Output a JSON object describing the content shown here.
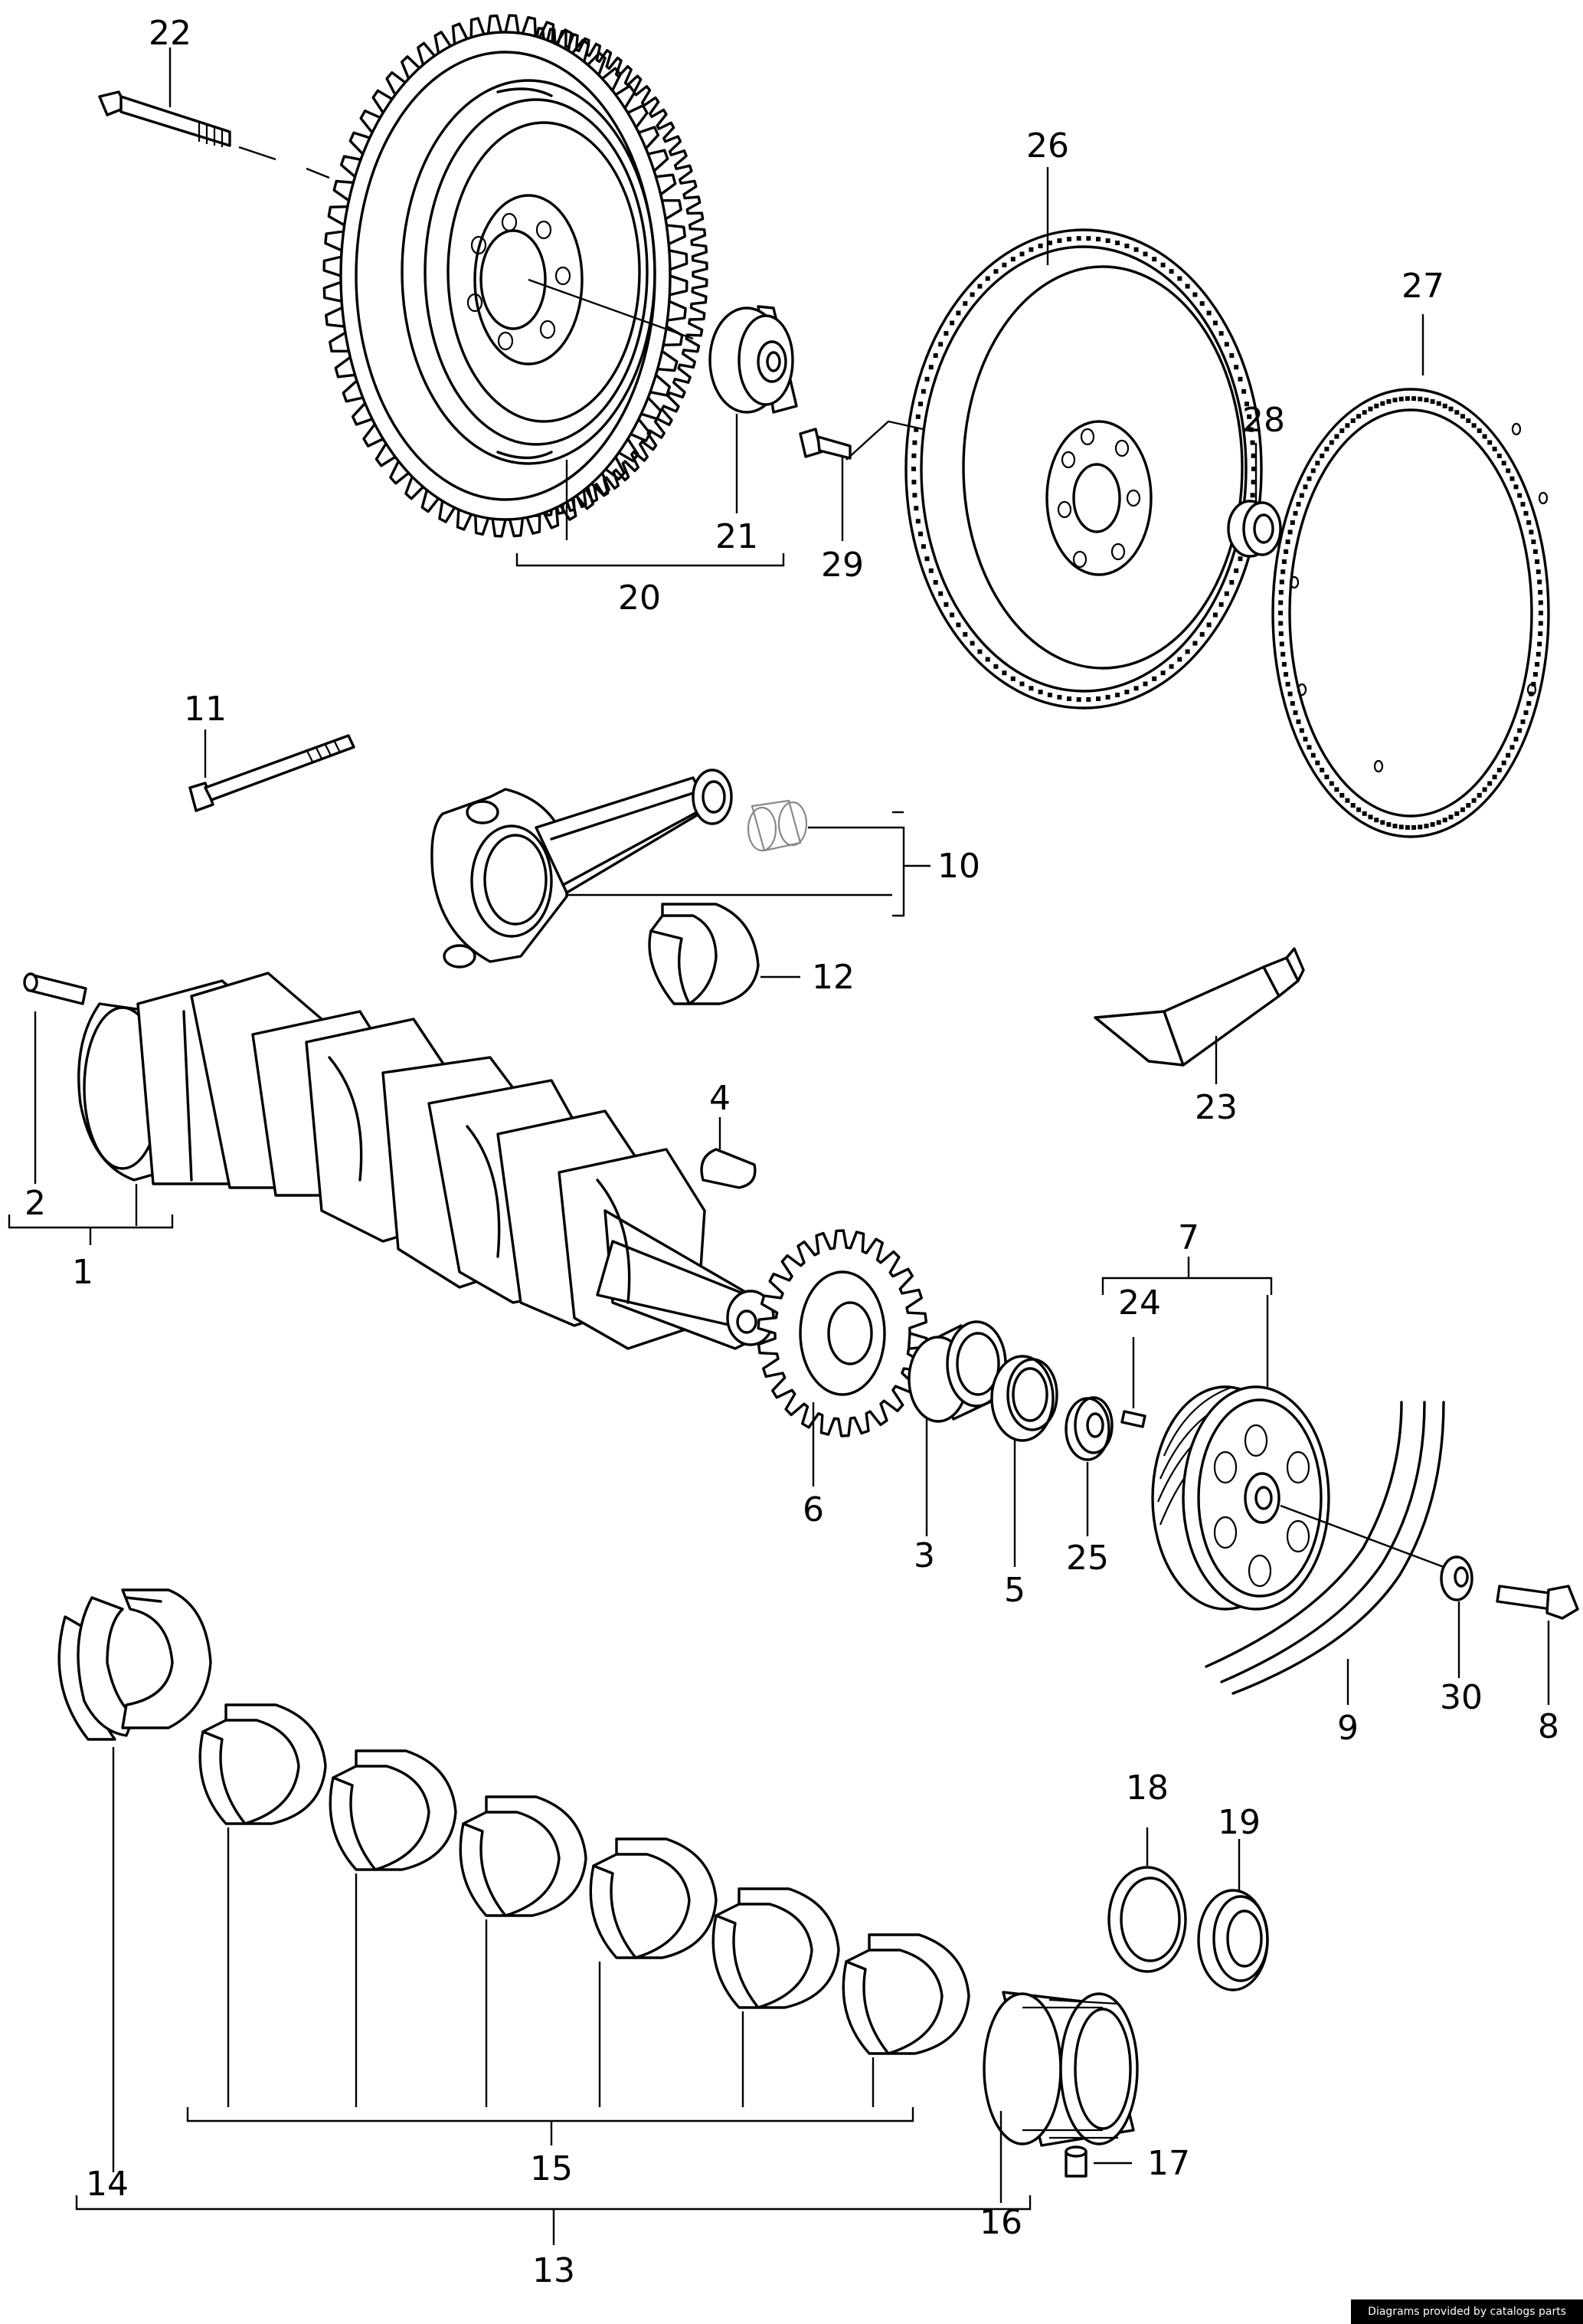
{
  "callouts": [
    {
      "id": "1",
      "label": "1"
    },
    {
      "id": "2",
      "label": "2"
    },
    {
      "id": "3",
      "label": "3"
    },
    {
      "id": "4",
      "label": "4"
    },
    {
      "id": "5",
      "label": "5"
    },
    {
      "id": "6",
      "label": "6"
    },
    {
      "id": "7",
      "label": "7"
    },
    {
      "id": "8",
      "label": "8"
    },
    {
      "id": "9",
      "label": "9"
    },
    {
      "id": "10",
      "label": "10"
    },
    {
      "id": "11",
      "label": "11"
    },
    {
      "id": "12",
      "label": "12"
    },
    {
      "id": "13",
      "label": "13"
    },
    {
      "id": "14",
      "label": "14"
    },
    {
      "id": "15",
      "label": "15"
    },
    {
      "id": "16",
      "label": "16"
    },
    {
      "id": "17",
      "label": "17"
    },
    {
      "id": "18",
      "label": "18"
    },
    {
      "id": "19",
      "label": "19"
    },
    {
      "id": "20",
      "label": "20"
    },
    {
      "id": "21",
      "label": "21"
    },
    {
      "id": "22",
      "label": "22"
    },
    {
      "id": "23",
      "label": "23"
    },
    {
      "id": "24",
      "label": "24"
    },
    {
      "id": "25",
      "label": "25"
    },
    {
      "id": "26",
      "label": "26"
    },
    {
      "id": "27",
      "label": "27"
    },
    {
      "id": "28",
      "label": "28"
    },
    {
      "id": "29",
      "label": "29"
    },
    {
      "id": "30",
      "label": "30"
    }
  ],
  "credit": "Diagrams provided by catalogs parts"
}
